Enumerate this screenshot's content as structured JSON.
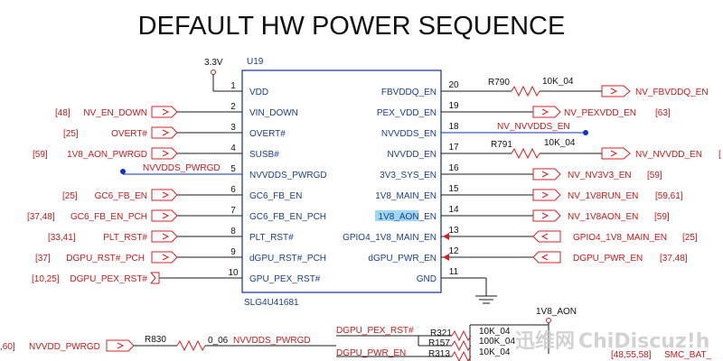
{
  "title": "DEFAULT HW POWER SEQUENCE",
  "chip": {
    "ref": "U19",
    "part": "SLG4U41681"
  },
  "supply": {
    "vdd_label": "3.3V",
    "aon_label": "1V8_AON"
  },
  "left_pins": [
    {
      "num": "1",
      "name": "VDD",
      "net": "",
      "refs": ""
    },
    {
      "num": "2",
      "name": "VIN_DOWN",
      "net": "NV_EN_DOWN",
      "refs": "[48]"
    },
    {
      "num": "3",
      "name": "OVERT#",
      "net": "OVERT#",
      "refs": "[25]"
    },
    {
      "num": "4",
      "name": "SUSB#",
      "net": "1V8_AON_PWRGD",
      "refs": "[59]"
    },
    {
      "num": "5",
      "name": "NVVDDS_PWRGD",
      "net": "NVVDDS_PWRGD",
      "refs": ""
    },
    {
      "num": "6",
      "name": "GC6_FB_EN",
      "net": "GC6_FB_EN",
      "refs": "[25]"
    },
    {
      "num": "7",
      "name": "GC6_FB_EN_PCH",
      "net": "GC6_FB_EN_PCH",
      "refs": "[37,48]"
    },
    {
      "num": "8",
      "name": "PLT_RST#",
      "net": "PLT_RST#",
      "refs": "[33,41]"
    },
    {
      "num": "9",
      "name": "dGPU_RST#_PCH",
      "net": "DGPU_RST#_PCH",
      "refs": "[37]"
    },
    {
      "num": "10",
      "name": "GPU_PEX_RST#",
      "net": "DGPU_PEX_RST#",
      "refs": "[10,25]"
    }
  ],
  "right_pins": [
    {
      "num": "20",
      "name": "FBVDDQ_EN",
      "net": "NV_FBVDDQ_EN",
      "refs": "",
      "res": "R790",
      "res_val": "10K_04"
    },
    {
      "num": "19",
      "name": "PEX_VDD_EN",
      "net": "NV_PEXVDD_EN",
      "refs": "[63]",
      "res": "",
      "res_val": ""
    },
    {
      "num": "18",
      "name": "NVVDDS_EN",
      "net": "NV_NVVDDS_EN",
      "refs": "",
      "res": "",
      "res_val": ""
    },
    {
      "num": "17",
      "name": "NVVDD_EN",
      "net": "NV_NVVDD_EN",
      "refs": "[",
      "res": "R791",
      "res_val": "10K_04"
    },
    {
      "num": "16",
      "name": "3V3_SYS_EN",
      "net": "NV_NV3V3_EN",
      "refs": "[59]",
      "res": "",
      "res_val": ""
    },
    {
      "num": "15",
      "name": "1V8_MAIN_EN",
      "net": "NV_1V8RUN_EN",
      "refs": "[59,61]",
      "res": "",
      "res_val": ""
    },
    {
      "num": "14",
      "name": "1V8_AON_EN",
      "net": "NV_1V8AON_EN",
      "refs": "[59]",
      "res": "",
      "res_val": ""
    },
    {
      "num": "13",
      "name": "GPIO4_1V8_MAIN_EN",
      "net": "GPIO4_1V8_MAIN_EN",
      "refs": "[25]",
      "res": "",
      "res_val": ""
    },
    {
      "num": "12",
      "name": "dGPU_PWR_EN",
      "net": "DGPU_PWR_EN",
      "refs": "[37,48]",
      "res": "",
      "res_val": ""
    },
    {
      "num": "11",
      "name": "GND",
      "net": "",
      "refs": "",
      "res": "",
      "res_val": ""
    }
  ],
  "bottom": {
    "left_refs": ",60]",
    "left_net": "NVVDD_PWRGD",
    "r830": "R830",
    "r830_val": "0_06",
    "r830_net": "NVVDDS_PWRGD",
    "pex_rst_net": "DGPU_PEX_RST#",
    "pwr_en_net": "DGPU_PWR_EN",
    "r321": "R321",
    "r321_val": "10K_04",
    "r157": "R157",
    "r157_val": "100K_04",
    "r313": "R313",
    "r313_val": "10K_04",
    "right_refs": "[48,55,58]",
    "smc_label": "SMC_BAT_"
  },
  "watermark": {
    "text1": "迅维网",
    "text2": "ChiDiscuz!h"
  }
}
